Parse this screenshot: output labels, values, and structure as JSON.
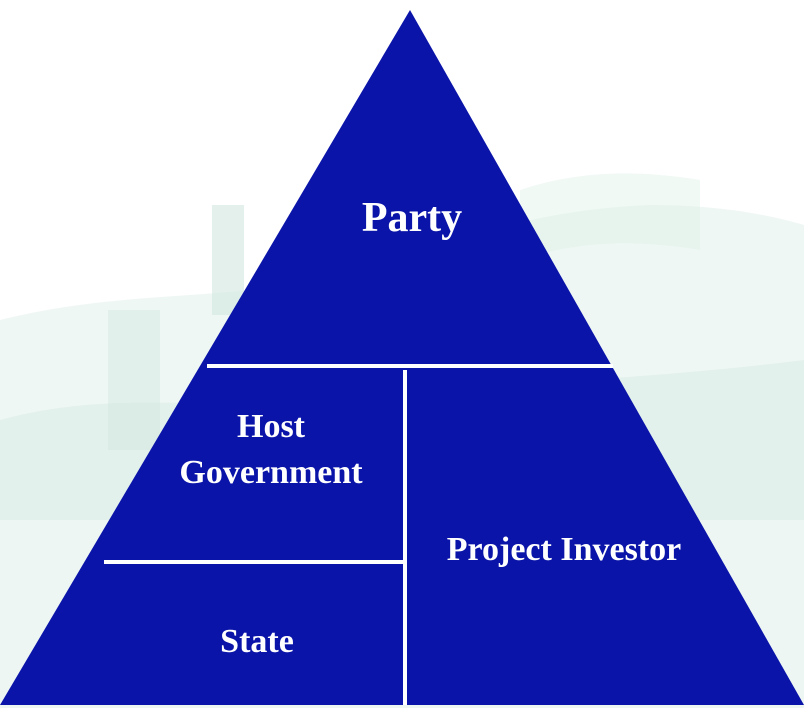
{
  "diagram": {
    "segments": {
      "top": {
        "label": "Party"
      },
      "middle_left": {
        "label_line1": "Host",
        "label_line2": "Government"
      },
      "right": {
        "label": "Project Investor"
      },
      "bottom_left": {
        "label": "State"
      }
    },
    "colors": {
      "fill": "#0a14a8",
      "divider": "#ffffff",
      "text": "#ffffff",
      "watermark": "#b7d8cd"
    }
  }
}
